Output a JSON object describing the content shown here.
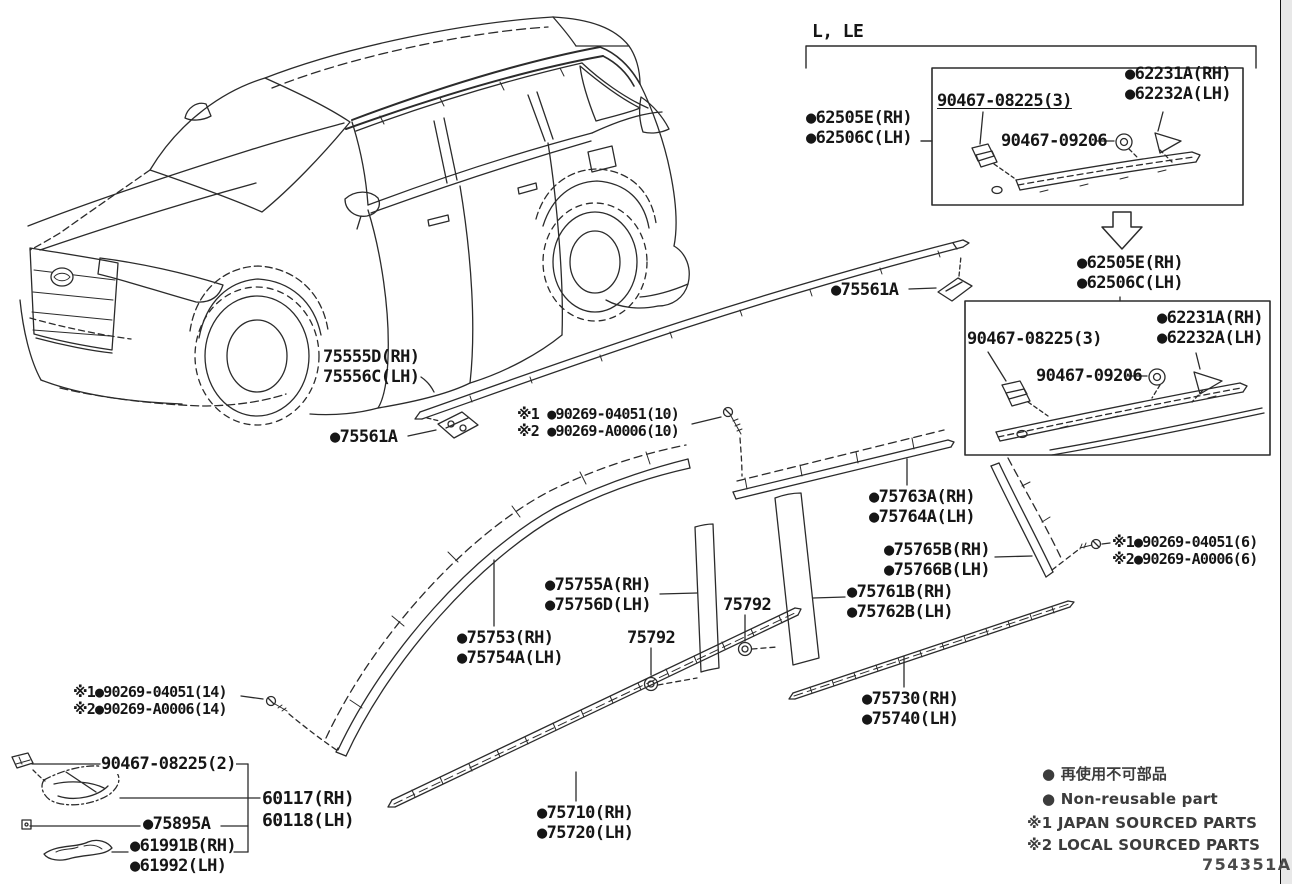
{
  "header": {
    "trim_note": "L, LE",
    "diagram_code": "754351A"
  },
  "labels": {
    "b1_62505_rh": "●62505E(RH)",
    "b1_62505_lh": "●62506C(LH)",
    "b1_clip": "90467-08225(3)",
    "b1_grommet": "90467-09206",
    "b1_62231_rh": "●62231A(RH)",
    "b1_62231_lh": "●62232A(LH)",
    "m_62505_rh": "●62505E(RH)",
    "m_62505_lh": "●62506C(LH)",
    "b2_clip": "90467-08225(3)",
    "b2_grommet": "90467-09206",
    "b2_62231_rh": "●62231A(RH)",
    "b2_62231_lh": "●62232A(LH)",
    "p75561_top": "●75561A",
    "p75561_left": "●75561A",
    "p75555_rh": "75555D(RH)",
    "p75555_lh": "75556C(LH)",
    "n10_1": "※1 ●90269-04051(10)",
    "n10_2": "※2 ●90269-A0006(10)",
    "p75763_rh": "●75763A(RH)",
    "p75763_lh": "●75764A(LH)",
    "p75765_rh": "●75765B(RH)",
    "p75765_lh": "●75766B(LH)",
    "p75761_rh": "●75761B(RH)",
    "p75761_lh": "●75762B(LH)",
    "n6_1": "※1●90269-04051(6)",
    "n6_2": "※2●90269-A0006(6)",
    "p75755_rh": "●75755A(RH)",
    "p75755_lh": "●75756D(LH)",
    "p75753_rh": "●75753(RH)",
    "p75753_lh": "●75754A(LH)",
    "p75792_a": "75792",
    "p75792_b": "75792",
    "p75730_rh": "●75730(RH)",
    "p75730_lh": "●75740(LH)",
    "p75710_rh": "●75710(RH)",
    "p75710_lh": "●75720(LH)",
    "n14_1": "※1●90269-04051(14)",
    "n14_2": "※2●90269-A0006(14)",
    "n90467_2": "90467-08225(2)",
    "p60117_rh": "60117(RH)",
    "p60117_lh": "60118(LH)",
    "p75895": "●75895A",
    "p61991_rh": "●61991B(RH)",
    "p61991_lh": "●61992(LH)"
  },
  "legend": {
    "jp": "● 再使用不可部品",
    "en": "● Non-reusable part",
    "note1": "※1 JAPAN SOURCED PARTS",
    "note2": "※2 LOCAL SOURCED PARTS"
  },
  "colors": {
    "line": "#2b2b2b",
    "text": "#161616"
  }
}
